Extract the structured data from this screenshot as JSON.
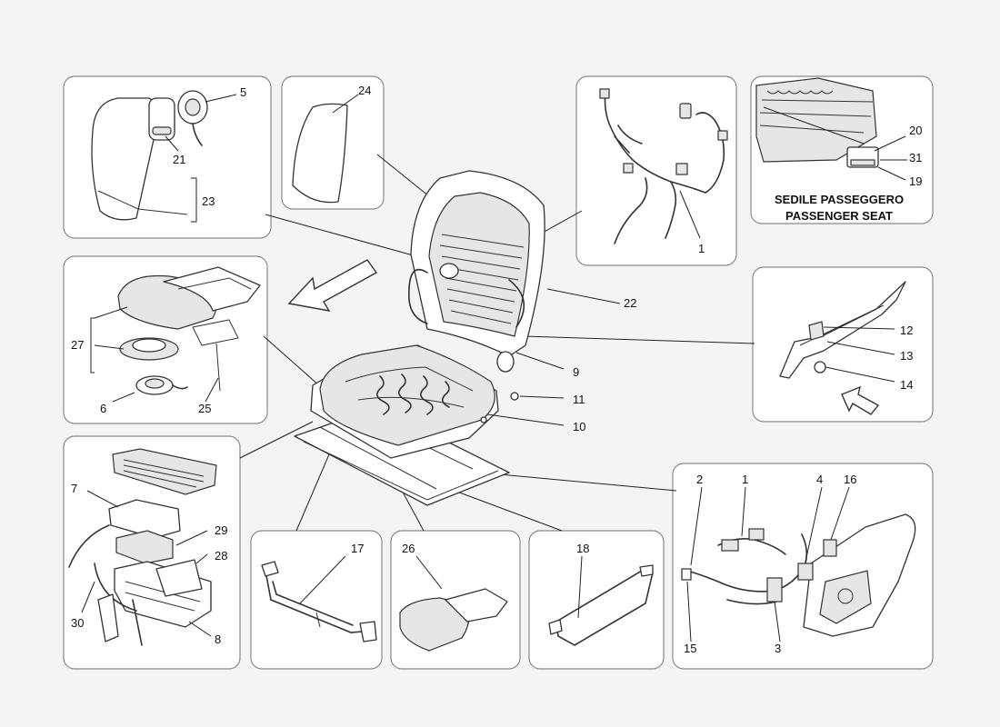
{
  "caption": {
    "line1": "SEDILE PASSEGGERO",
    "line2": "PASSENGER SEAT"
  },
  "callouts": {
    "c1": "1",
    "c2": "2",
    "c3": "3",
    "c4": "4",
    "c5": "5",
    "c6": "6",
    "c7": "7",
    "c8": "8",
    "c9": "9",
    "c10": "10",
    "c11": "11",
    "c12": "12",
    "c13": "13",
    "c14": "14",
    "c15": "15",
    "c16": "16",
    "c17": "17",
    "c18": "18",
    "c19": "19",
    "c20": "20",
    "c21": "21",
    "c22": "22",
    "c23": "23",
    "c24": "24",
    "c25": "25",
    "c26": "26",
    "c27": "27",
    "c28": "28",
    "c29": "29",
    "c30": "30",
    "c31": "31"
  }
}
